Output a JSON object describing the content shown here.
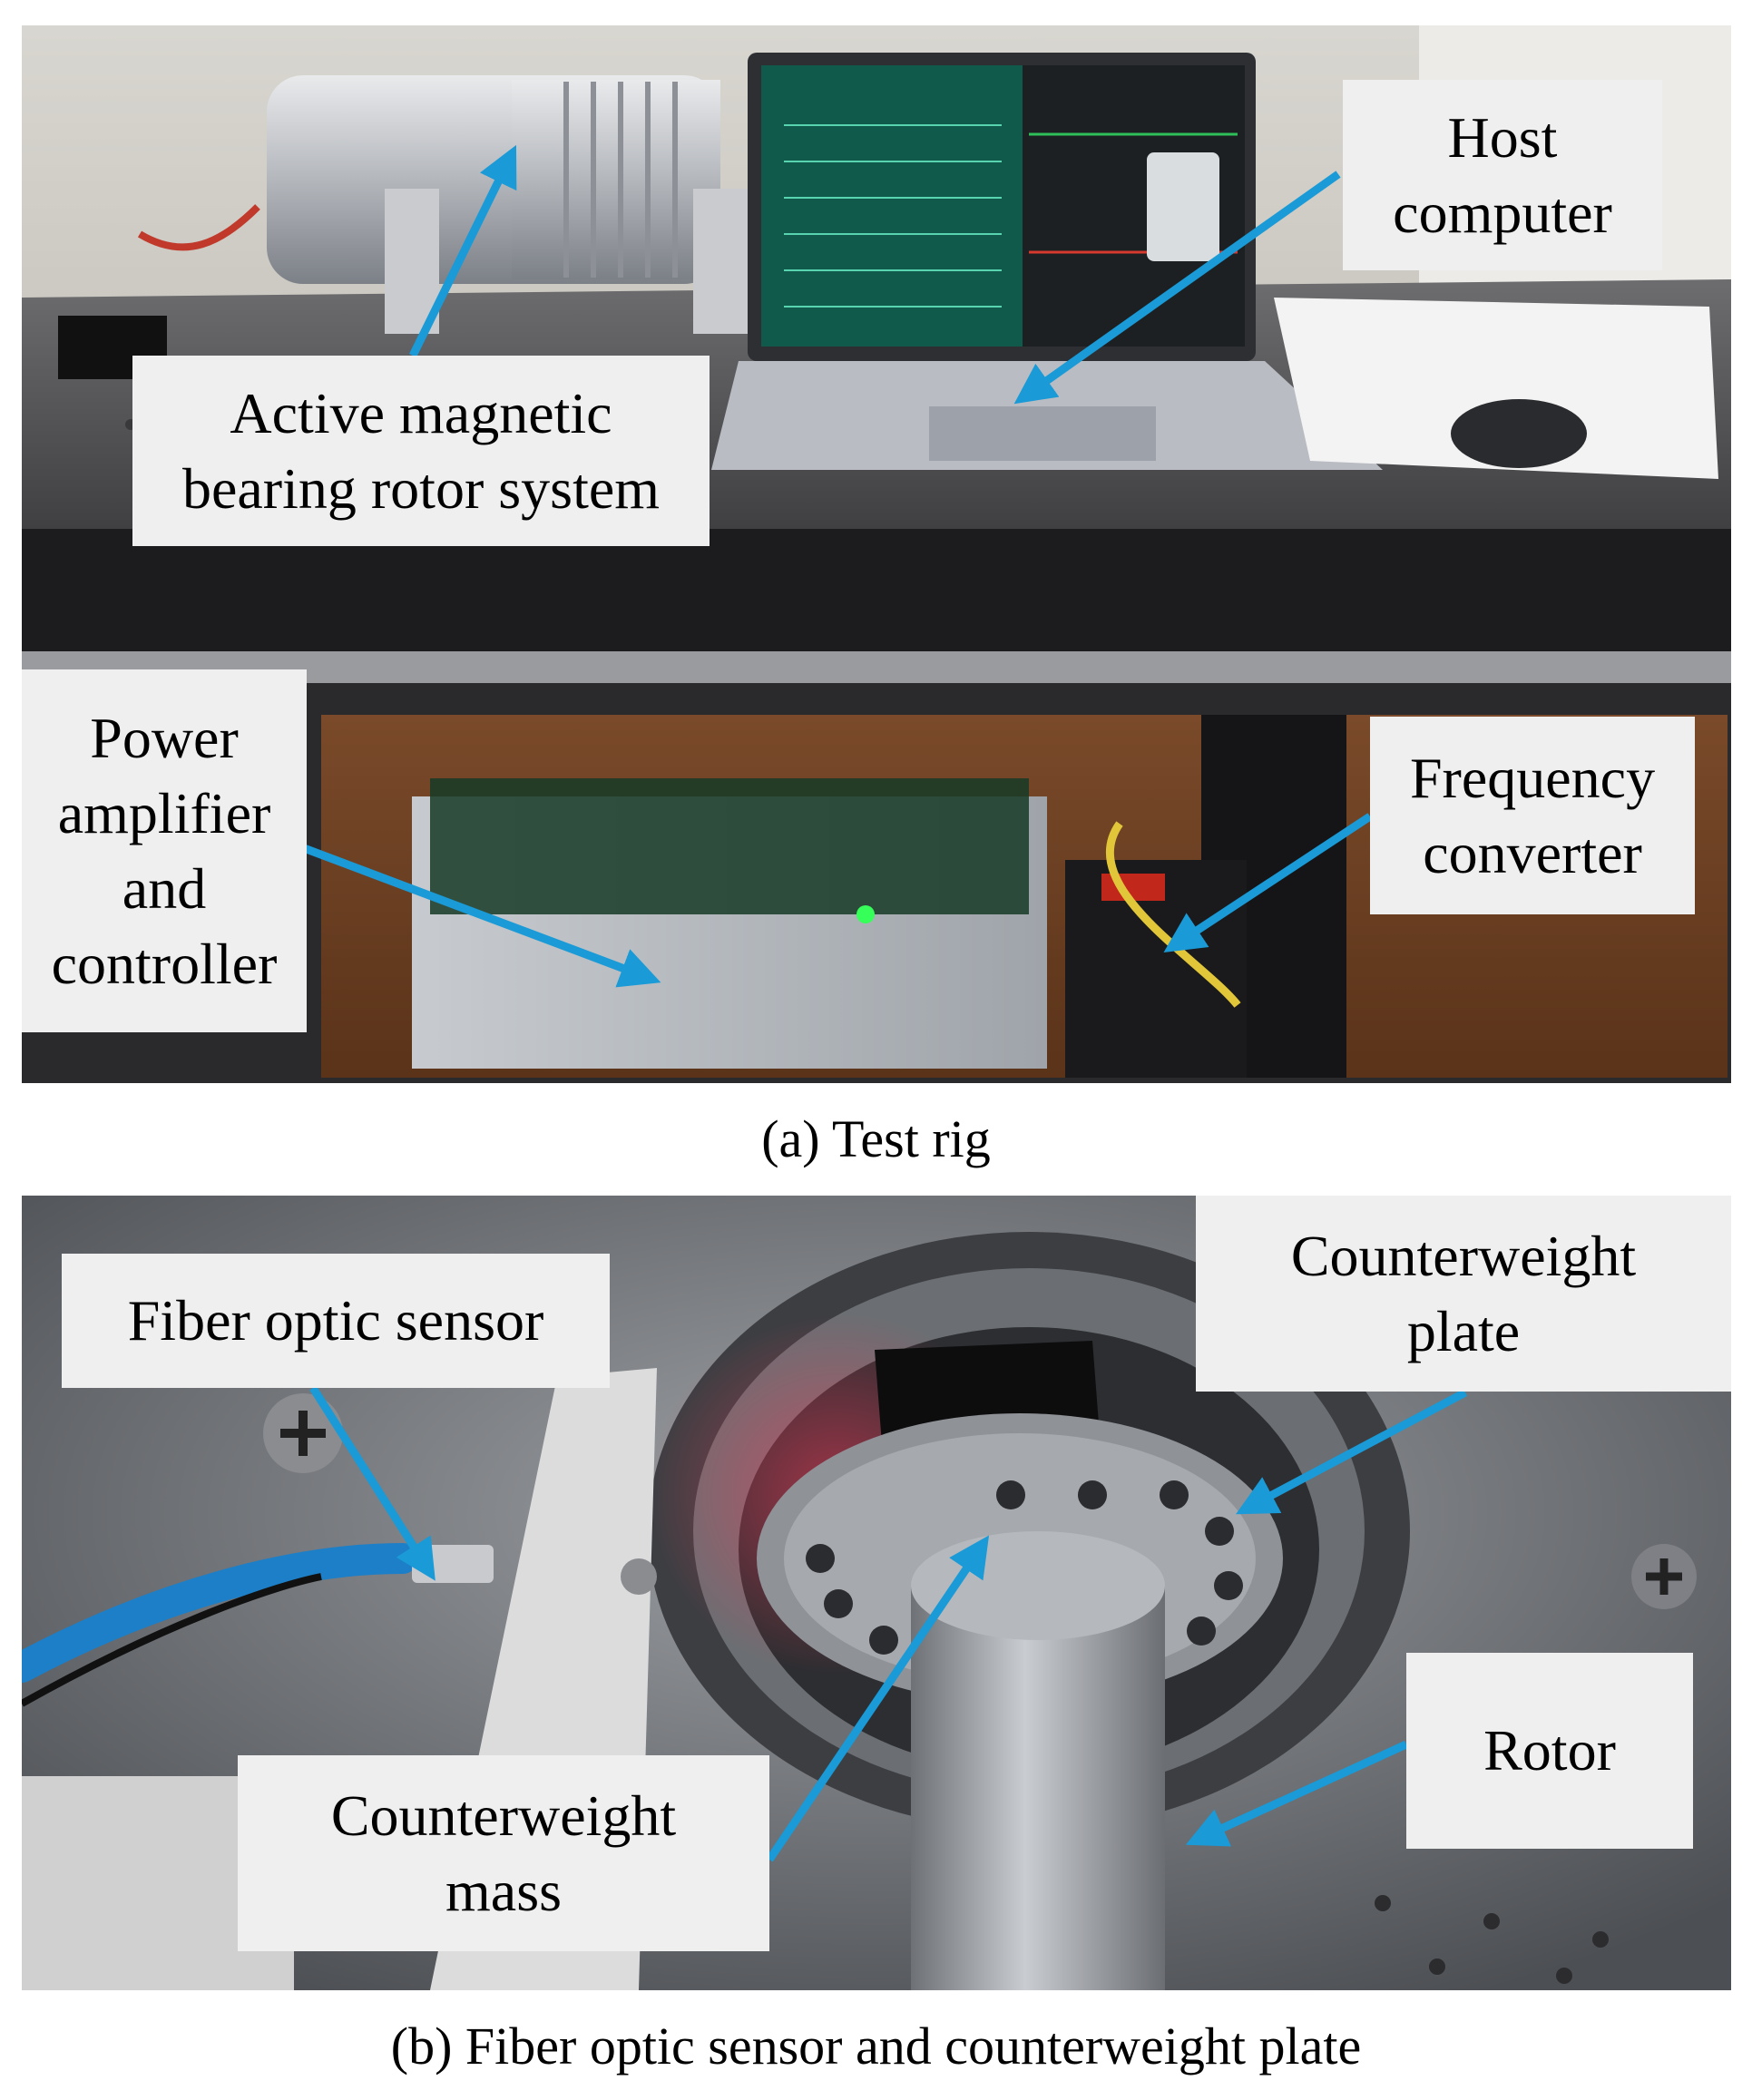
{
  "figure": {
    "panel_a": {
      "caption": "(a) Test rig",
      "labels": {
        "amb_rotor": "Active magnetic\nbearing rotor system",
        "host_computer": "Host\ncomputer",
        "power_amplifier": "Power\namplifier\nand\ncontroller",
        "frequency_converter": "Frequency\nconverter"
      }
    },
    "panel_b": {
      "caption": "(b) Fiber optic sensor and counterweight plate",
      "labels": {
        "fiber_sensor": "Fiber optic sensor",
        "counterweight_plate": "Counterweight\nplate",
        "counterweight_mass": "Counterweight\nmass",
        "rotor": "Rotor"
      }
    },
    "colors": {
      "arrow": "#1a9ad6",
      "label_background": "#efefef"
    }
  }
}
